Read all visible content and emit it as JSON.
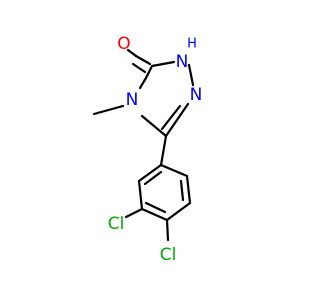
{
  "molecule": {
    "atoms": {
      "oxygen": {
        "label": "O"
      },
      "nh": {
        "label": "H"
      },
      "n_nh": {
        "label": "N"
      },
      "n_ring": {
        "label": "N"
      },
      "n_methyl": {
        "label": "N"
      },
      "cl_upper": {
        "label": "Cl"
      },
      "cl_lower": {
        "label": "Cl"
      }
    },
    "colors": {
      "oxygen": "#ff0000",
      "nitrogen": "#0000ff",
      "chlorine": "#00aa00",
      "bond": "#000000"
    }
  }
}
